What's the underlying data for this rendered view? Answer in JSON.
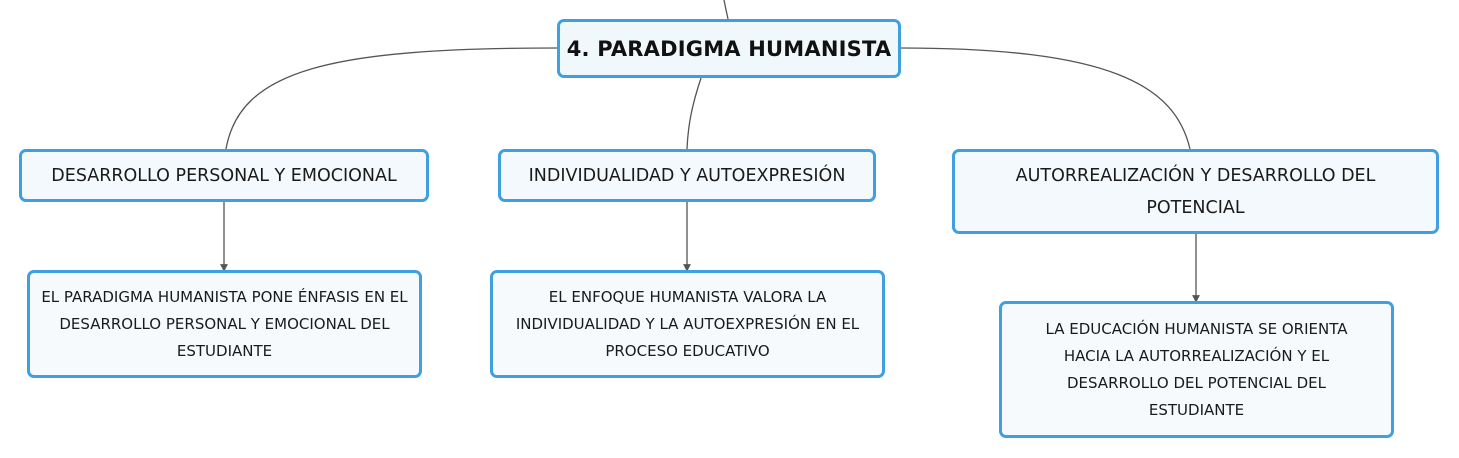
{
  "diagram": {
    "root": {
      "label": "4. PARADIGMA HUMANISTA"
    },
    "branches": [
      {
        "title": "DESARROLLO PERSONAL Y EMOCIONAL",
        "detail": "EL PARADIGMA HUMANISTA PONE ÉNFASIS EN EL DESARROLLO PERSONAL Y EMOCIONAL DEL ESTUDIANTE"
      },
      {
        "title": "INDIVIDUALIDAD Y AUTOEXPRESIÓN",
        "detail": "EL ENFOQUE HUMANISTA VALORA LA INDIVIDUALIDAD Y LA AUTOEXPRESIÓN EN EL PROCESO EDUCATIVO"
      },
      {
        "title": "AUTORREALIZACIÓN Y DESARROLLO DEL POTENCIAL",
        "detail": "LA EDUCACIÓN HUMANISTA SE ORIENTA HACIA LA AUTORREALIZACIÓN Y EL DESARROLLO DEL POTENCIAL DEL ESTUDIANTE"
      }
    ]
  },
  "colors": {
    "node_border": "#3f9fe0",
    "node_fill": "#f3f9fc",
    "connector": "#555555",
    "text": "#1a1a1a"
  }
}
